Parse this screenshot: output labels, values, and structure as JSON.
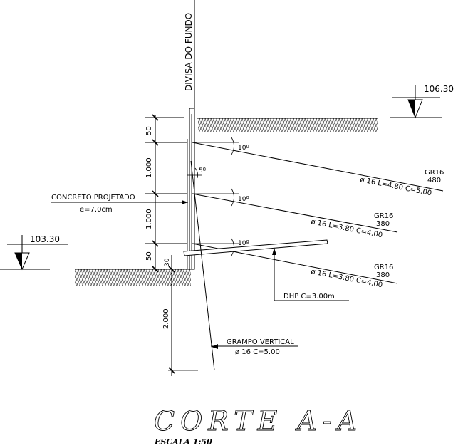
{
  "wall_label": "DIVISA DO FUNDO",
  "levels": {
    "top": "106.30",
    "bottom": "103.30"
  },
  "dimensions": {
    "d1": "50",
    "d2": "1.000",
    "d3": "1.000",
    "d4": "50",
    "d5": "30",
    "d6": "2.000"
  },
  "angles": {
    "a1": "10º",
    "a2": "10º",
    "a3": "10º",
    "inclination": "5º"
  },
  "concrete": {
    "label": "CONCRETO PROJETADO",
    "thickness": "e=7.0cm"
  },
  "anchors": [
    {
      "id": "GR16",
      "size": "480",
      "spec": "ø 16  L=4.80  C=5.00"
    },
    {
      "id": "GR16",
      "size": "380",
      "spec": "ø 16  L=3.80  C=4.00"
    },
    {
      "id": "GR16",
      "size": "380",
      "spec": "ø 16  L=3.80  C=4.00"
    }
  ],
  "dhp": "DHP  C=3.00m",
  "grampo": {
    "label": "GRAMPO VERTICAL",
    "spec": "ø 16  C=5.00"
  },
  "title": "CORTE A-A",
  "scale": "ESCALA 1:50"
}
